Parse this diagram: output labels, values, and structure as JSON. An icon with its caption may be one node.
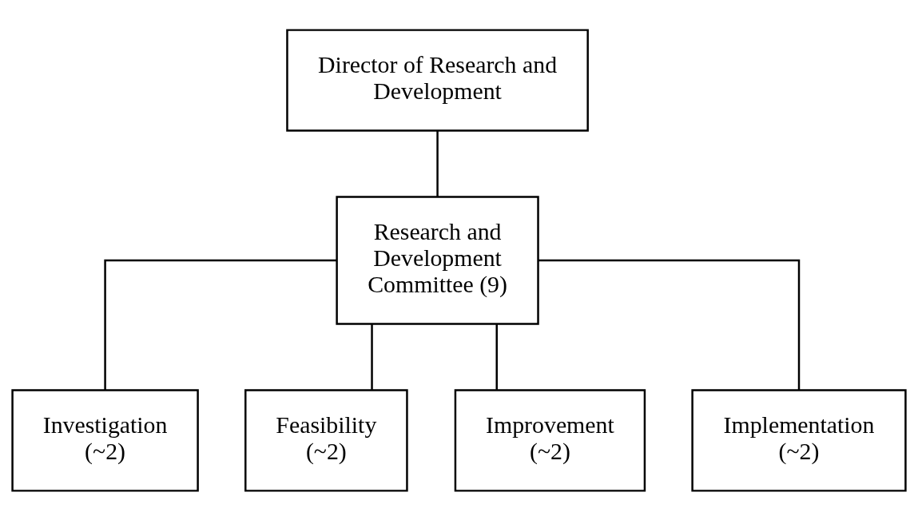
{
  "diagram": {
    "nodes": [
      {
        "text": [
          "Director of Research and Development"
        ]
      },
      {
        "text": [
          "Research and Development Committee (9)"
        ]
      },
      {
        "text": [
          "Investigation (~2)"
        ]
      },
      {
        "text": [
          "Feasibility (~2)"
        ]
      },
      {
        "text": [
          "Improvement (~2)"
        ]
      },
      {
        "text": [
          "Implementation (~2)"
        ]
      }
    ],
    "edges": [
      {
        "from": 0,
        "to": 1,
        "arrow": "none"
      },
      {
        "from": 1,
        "to": 2,
        "arrow": "none"
      },
      {
        "from": 1,
        "to": 3,
        "arrow": "none"
      },
      {
        "from": 1,
        "to": 4,
        "arrow": "none"
      },
      {
        "from": 1,
        "to": 5,
        "arrow": "none"
      }
    ]
  }
}
